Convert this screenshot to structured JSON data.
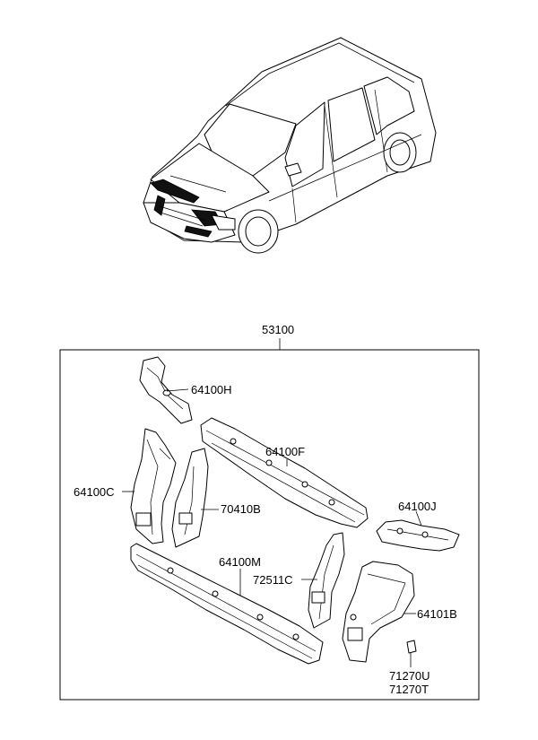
{
  "assembly": {
    "number": "53100"
  },
  "parts": [
    {
      "id": "64100H",
      "label": "64100H"
    },
    {
      "id": "64100F",
      "label": "64100F"
    },
    {
      "id": "64100C",
      "label": "64100C"
    },
    {
      "id": "70410B",
      "label": "70410B"
    },
    {
      "id": "64100J",
      "label": "64100J"
    },
    {
      "id": "64100M",
      "label": "64100M"
    },
    {
      "id": "72511C",
      "label": "72511C"
    },
    {
      "id": "64101B",
      "label": "64101B"
    },
    {
      "id": "71270U",
      "label": "71270U"
    },
    {
      "id": "71270T",
      "label": "71270T"
    }
  ]
}
